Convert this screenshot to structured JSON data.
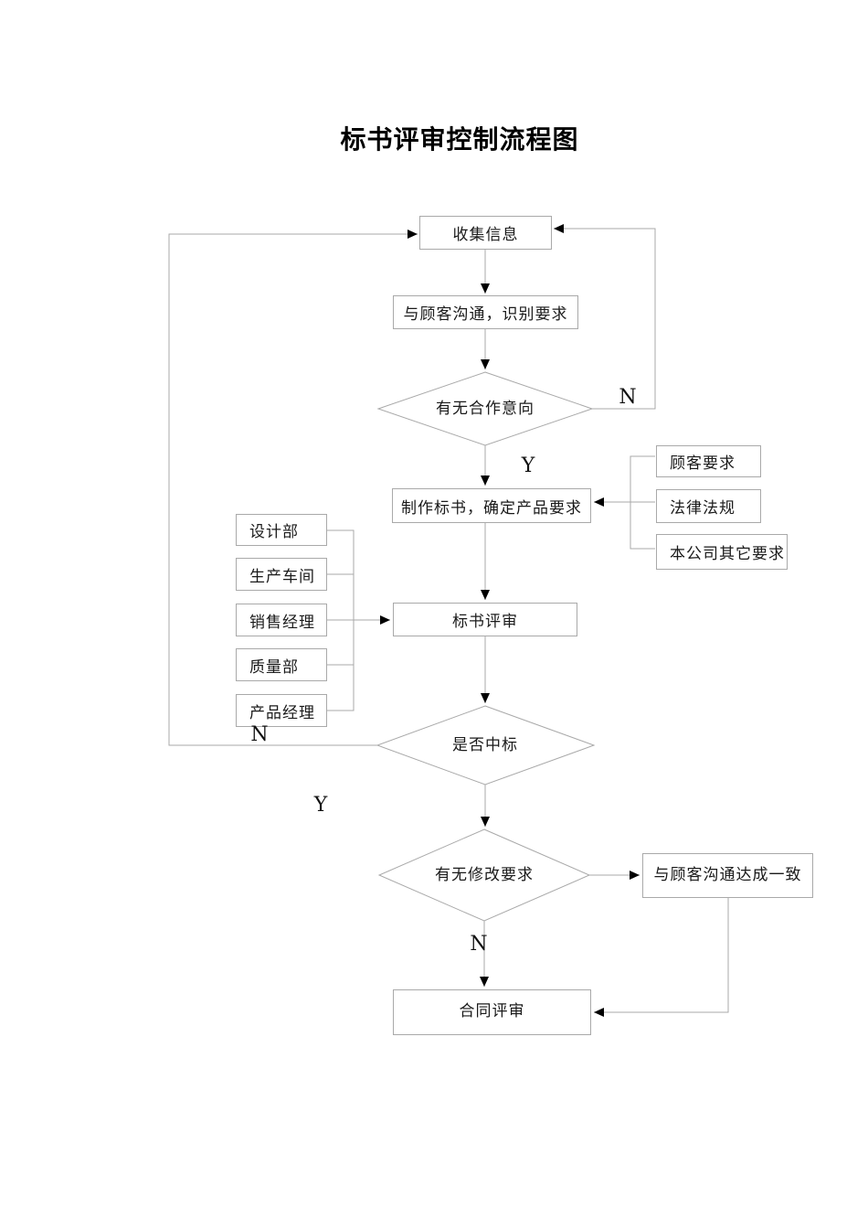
{
  "page": {
    "title": "标书评审控制流程图",
    "background_color": "#ffffff",
    "line_color": "#a9a9a9",
    "arrow_color": "#000000",
    "text_color": "#1a1a1a"
  },
  "nodes": {
    "collect_info": {
      "label": "收集信息",
      "type": "process"
    },
    "communicate_identify": {
      "label": "与顾客沟通，识别要求",
      "type": "process"
    },
    "cooperation_intent": {
      "label": "有无合作意向",
      "type": "decision"
    },
    "make_bid": {
      "label": "制作标书，确定产品要求",
      "type": "process"
    },
    "bid_review": {
      "label": "标书评审",
      "type": "process"
    },
    "win_bid": {
      "label": "是否中标",
      "type": "decision"
    },
    "modify_request": {
      "label": "有无修改要求",
      "type": "decision"
    },
    "reach_agreement": {
      "label": "与顾客沟通达成一致",
      "type": "process"
    },
    "contract_review": {
      "label": "合同评审",
      "type": "process"
    },
    "customer_requirements": {
      "label": "顾客要求",
      "type": "reference"
    },
    "laws_regulations": {
      "label": "法律法规",
      "type": "reference"
    },
    "company_other_requirements": {
      "label": "本公司其它要求",
      "type": "reference"
    },
    "design_dept": {
      "label": "设计部",
      "type": "department"
    },
    "production_workshop": {
      "label": "生产车间",
      "type": "department"
    },
    "sales_manager": {
      "label": "销售经理",
      "type": "department"
    },
    "quality_dept": {
      "label": "质量部",
      "type": "department"
    },
    "product_manager": {
      "label": "产品经理",
      "type": "department"
    }
  },
  "edge_labels": {
    "cooperation_no": "N",
    "cooperation_yes": "Y",
    "win_no": "N",
    "win_yes": "Y",
    "modify_no": "N"
  },
  "edges": [
    {
      "from": "collect_info",
      "to": "communicate_identify",
      "label": ""
    },
    {
      "from": "communicate_identify",
      "to": "cooperation_intent",
      "label": ""
    },
    {
      "from": "cooperation_intent",
      "to": "collect_info",
      "label": "N"
    },
    {
      "from": "cooperation_intent",
      "to": "make_bid",
      "label": "Y"
    },
    {
      "from": "customer_requirements",
      "to": "make_bid",
      "label": ""
    },
    {
      "from": "laws_regulations",
      "to": "make_bid",
      "label": ""
    },
    {
      "from": "company_other_requirements",
      "to": "make_bid",
      "label": ""
    },
    {
      "from": "make_bid",
      "to": "bid_review",
      "label": ""
    },
    {
      "from": "design_dept",
      "to": "bid_review",
      "label": ""
    },
    {
      "from": "production_workshop",
      "to": "bid_review",
      "label": ""
    },
    {
      "from": "sales_manager",
      "to": "bid_review",
      "label": ""
    },
    {
      "from": "quality_dept",
      "to": "bid_review",
      "label": ""
    },
    {
      "from": "product_manager",
      "to": "bid_review",
      "label": ""
    },
    {
      "from": "bid_review",
      "to": "win_bid",
      "label": ""
    },
    {
      "from": "win_bid",
      "to": "collect_info",
      "label": "N"
    },
    {
      "from": "win_bid",
      "to": "modify_request",
      "label": "Y"
    },
    {
      "from": "modify_request",
      "to": "reach_agreement",
      "label": ""
    },
    {
      "from": "modify_request",
      "to": "contract_review",
      "label": "N"
    },
    {
      "from": "reach_agreement",
      "to": "contract_review",
      "label": ""
    }
  ]
}
